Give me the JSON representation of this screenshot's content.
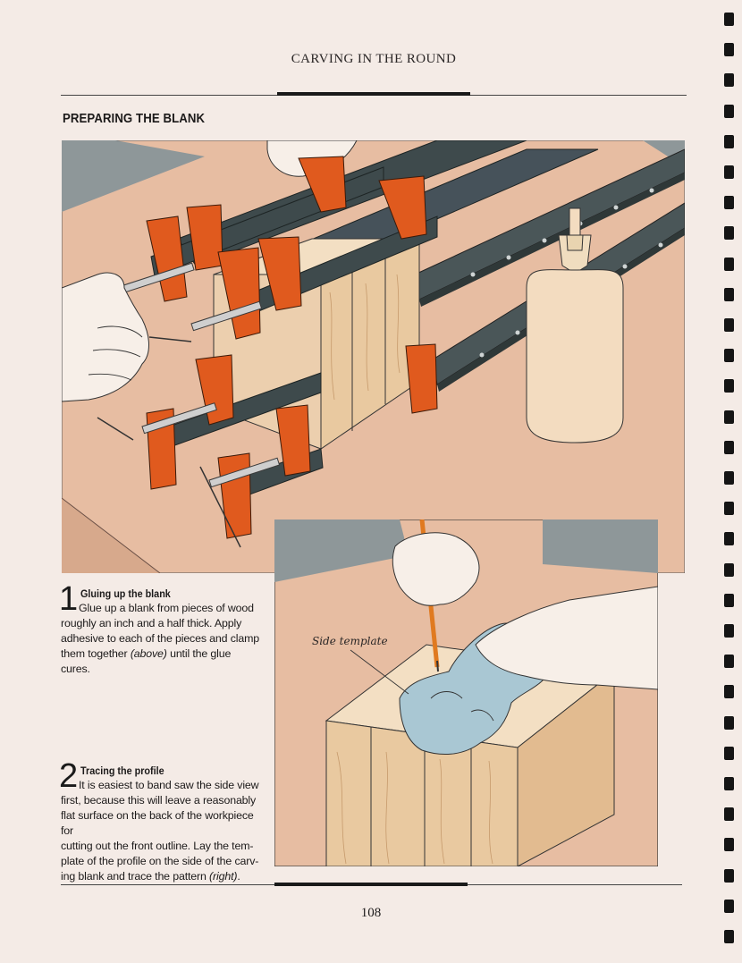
{
  "page": {
    "running_head": "CARVING IN THE ROUND",
    "section_title": "PREPARING THE BLANK",
    "page_number": "108"
  },
  "steps": [
    {
      "number": "1",
      "heading": "Gluing up the blank",
      "body_lines": [
        "Glue up a blank from pieces of wood",
        "roughly an inch and a half thick. Apply",
        "adhesive to each of the pieces and clamp"
      ],
      "last_line_before": "them together ",
      "last_line_ref": "(above)",
      "last_line_after": " until the glue cures."
    },
    {
      "number": "2",
      "heading": "Tracing the profile",
      "body_lines": [
        "It is easiest to band saw the side view",
        "first, because this will leave a reasonably",
        "flat surface on the back of the workpiece for",
        "cutting out the front outline. Lay the tem-",
        "plate of the profile on the side of the carv-"
      ],
      "last_line_before": "ing blank and trace the pattern ",
      "last_line_ref": "(right)",
      "last_line_after": "."
    }
  ],
  "figure_inset": {
    "callout": "Side template"
  },
  "colors": {
    "paper": "#f4ebe6",
    "clamp_orange": "#e05a1e",
    "clamp_bar": "#3e4a4c",
    "wood": "#e9c9a0",
    "bench": "#e6b99c",
    "glue_bottle": "#f3dcc0",
    "template_blue": "#a9c7d3"
  }
}
